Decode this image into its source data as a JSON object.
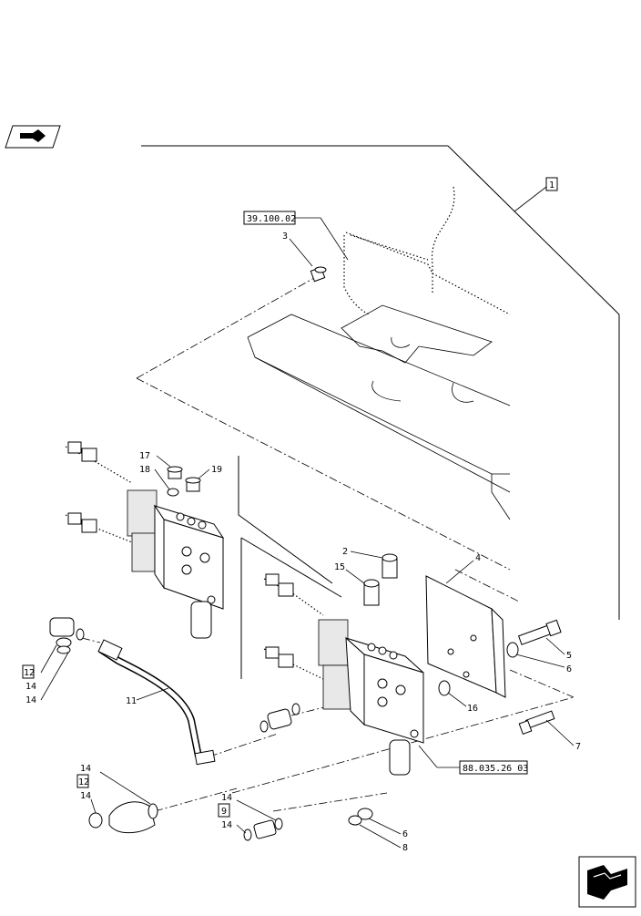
{
  "references": {
    "ref_1": "39.100.02",
    "ref_2": "88.035.26 03"
  },
  "callouts": {
    "c1": "1",
    "c2": "2",
    "c3": "3",
    "c4": "4",
    "c5": "5",
    "c6a": "6",
    "c6b": "6",
    "c7": "7",
    "c8": "8",
    "c9": "9",
    "c11": "11",
    "c12a": "12",
    "c12b": "12",
    "c14a": "14",
    "c14b": "14",
    "c14c": "14",
    "c14d": "14",
    "c14e": "14",
    "c14f": "14",
    "c15": "15",
    "c16": "16",
    "c17": "17",
    "c18": "18",
    "c19": "19"
  },
  "icons": {
    "top_left": "book-hand-icon",
    "bottom_right": "next-page-arrow-icon"
  }
}
